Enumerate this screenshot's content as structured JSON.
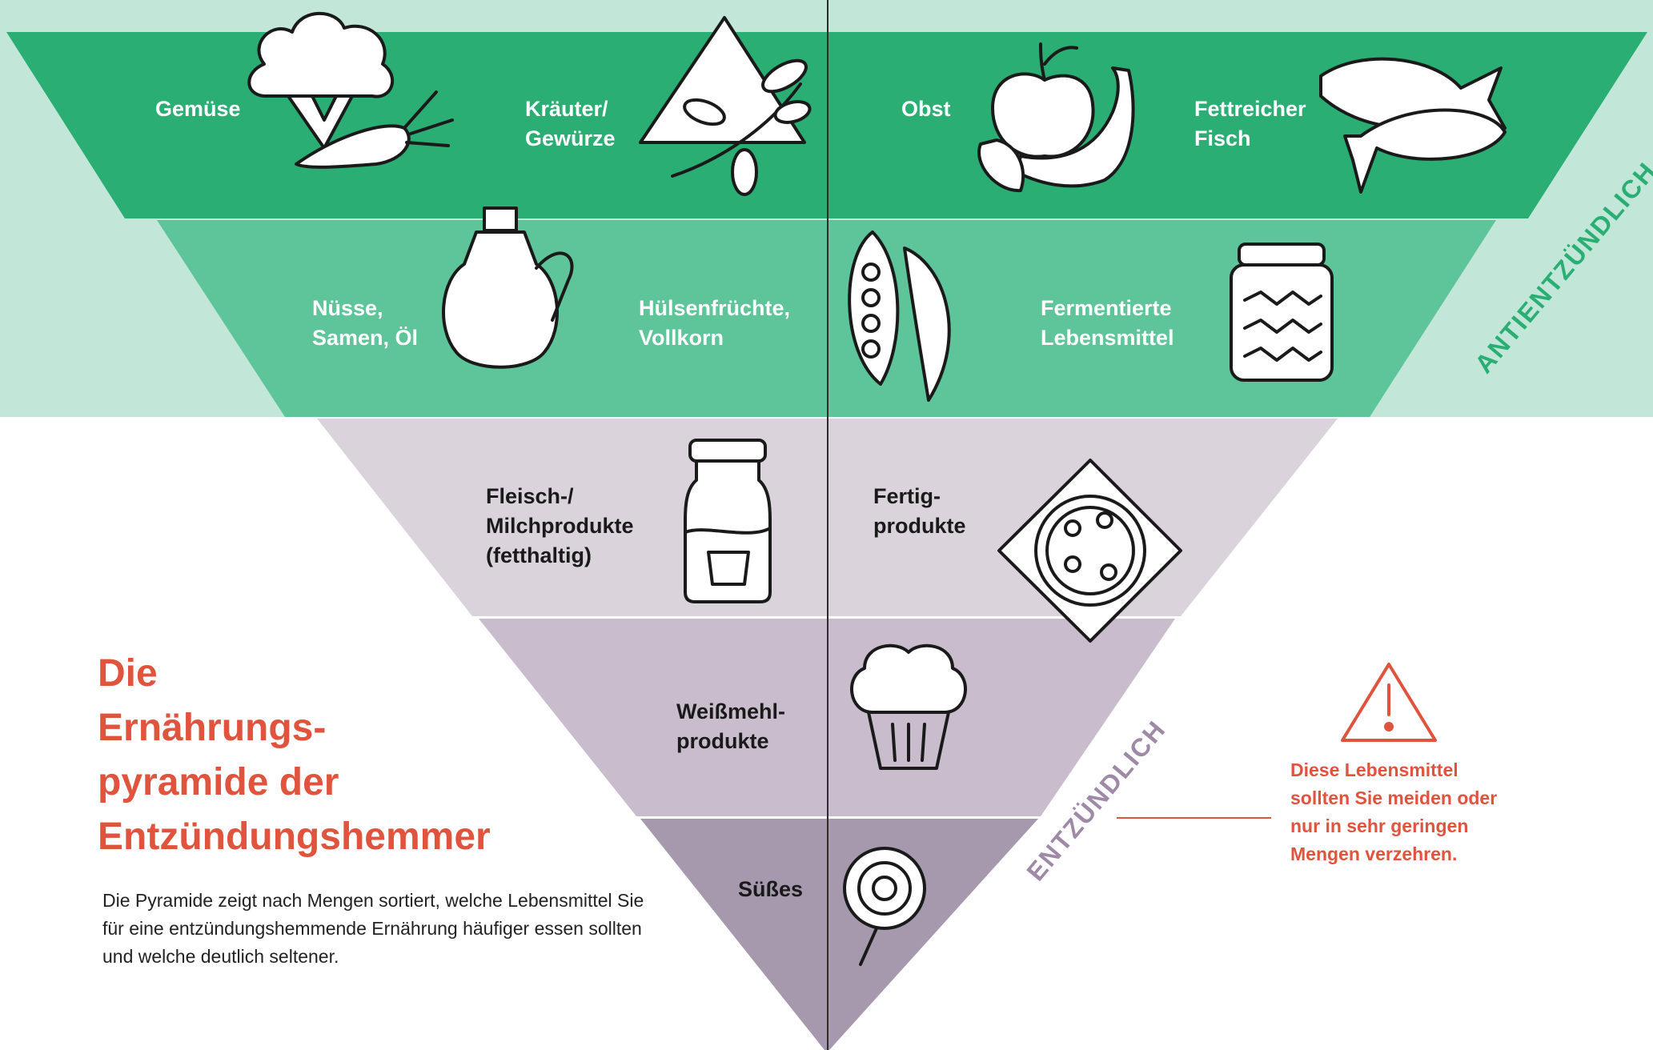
{
  "title": "Die\nErnährungs-\npyramide der\nEntzündungshemmer",
  "description": "Die Pyramide zeigt nach Mengen sortiert, welche Lebensmittel Sie für eine entzündungshemmende Ernährung häufiger essen sollten und welche deutlich seltener.",
  "side_labels": {
    "anti": "ANTIENTZÜNDLICH",
    "pro": "ENTZÜNDLICH"
  },
  "warning": {
    "text": "Diese Lebensmittel\nsollten Sie meiden oder\nnur in sehr geringen\nMengen verzehren.",
    "icon": "warning-triangle-icon"
  },
  "tiers": [
    {
      "items": [
        {
          "label": "Gemüse",
          "icon": "broccoli-carrot-icon"
        },
        {
          "label": "Kräuter/\nGewürze",
          "icon": "herbs-icon"
        },
        {
          "label": "Obst",
          "icon": "fruit-icon"
        },
        {
          "label": "Fettreicher\nFisch",
          "icon": "fish-icon"
        }
      ]
    },
    {
      "items": [
        {
          "label": "Nüsse,\nSamen, Öl",
          "icon": "oil-bottle-icon"
        },
        {
          "label": "Hülsenfrüchte,\nVollkorn",
          "icon": "pea-pod-icon"
        },
        {
          "label": "Fermentierte\nLebensmittel",
          "icon": "jar-icon"
        }
      ]
    },
    {
      "items": [
        {
          "label": "Fleisch-/\nMilchprodukte\n(fetthaltig)",
          "icon": "milk-bottle-icon"
        },
        {
          "label": "Fertig-\nprodukte",
          "icon": "pizza-icon"
        }
      ]
    },
    {
      "items": [
        {
          "label": "Weißmehl-\nprodukte",
          "icon": "muffin-icon"
        }
      ]
    },
    {
      "items": [
        {
          "label": "Süßes",
          "icon": "lollipop-icon"
        }
      ]
    }
  ],
  "colors": {
    "anti_background": "#c2e7d8",
    "tier1": "#2aae74",
    "tier2": "#5ec49a",
    "tier3": "#dad3dc",
    "tier4": "#c8bccd",
    "tier5": "#a698ad",
    "accent": "#e0533d"
  }
}
